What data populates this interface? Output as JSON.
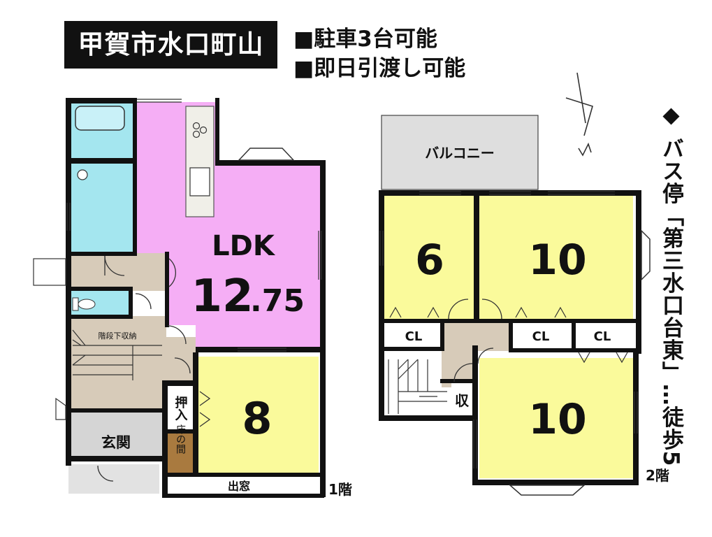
{
  "header": {
    "location": "甲賀市水口町山",
    "features": [
      "■駐車3台可能",
      "■即日引渡し可能"
    ]
  },
  "bus_stop": {
    "marker": "diamond-icon",
    "text": "バス停「第三水口台東」…徒歩5"
  },
  "floor1": {
    "label": "1階",
    "ldk_label": "LDK",
    "ldk_size": "12",
    "ldk_size_decimal": ".75",
    "room_size": "8",
    "storage_under_stairs": "階段下収納",
    "closet": "押入",
    "alcove": "床の間",
    "bay_window": "出窓",
    "entrance": "玄関"
  },
  "floor2": {
    "label": "2階",
    "balcony": "バルコニー",
    "room_a": "6",
    "room_b": "10",
    "room_c": "10",
    "closet": "CL",
    "storage": "収"
  },
  "colors": {
    "ldk": "#f5aef5",
    "bedroom": "#fafa9b",
    "wet_area": "#a4e6ef",
    "hallway": "#d7cbb9",
    "entrance": "#d5d5d5",
    "alcove": "#a97a3f",
    "wall": "#111111"
  }
}
